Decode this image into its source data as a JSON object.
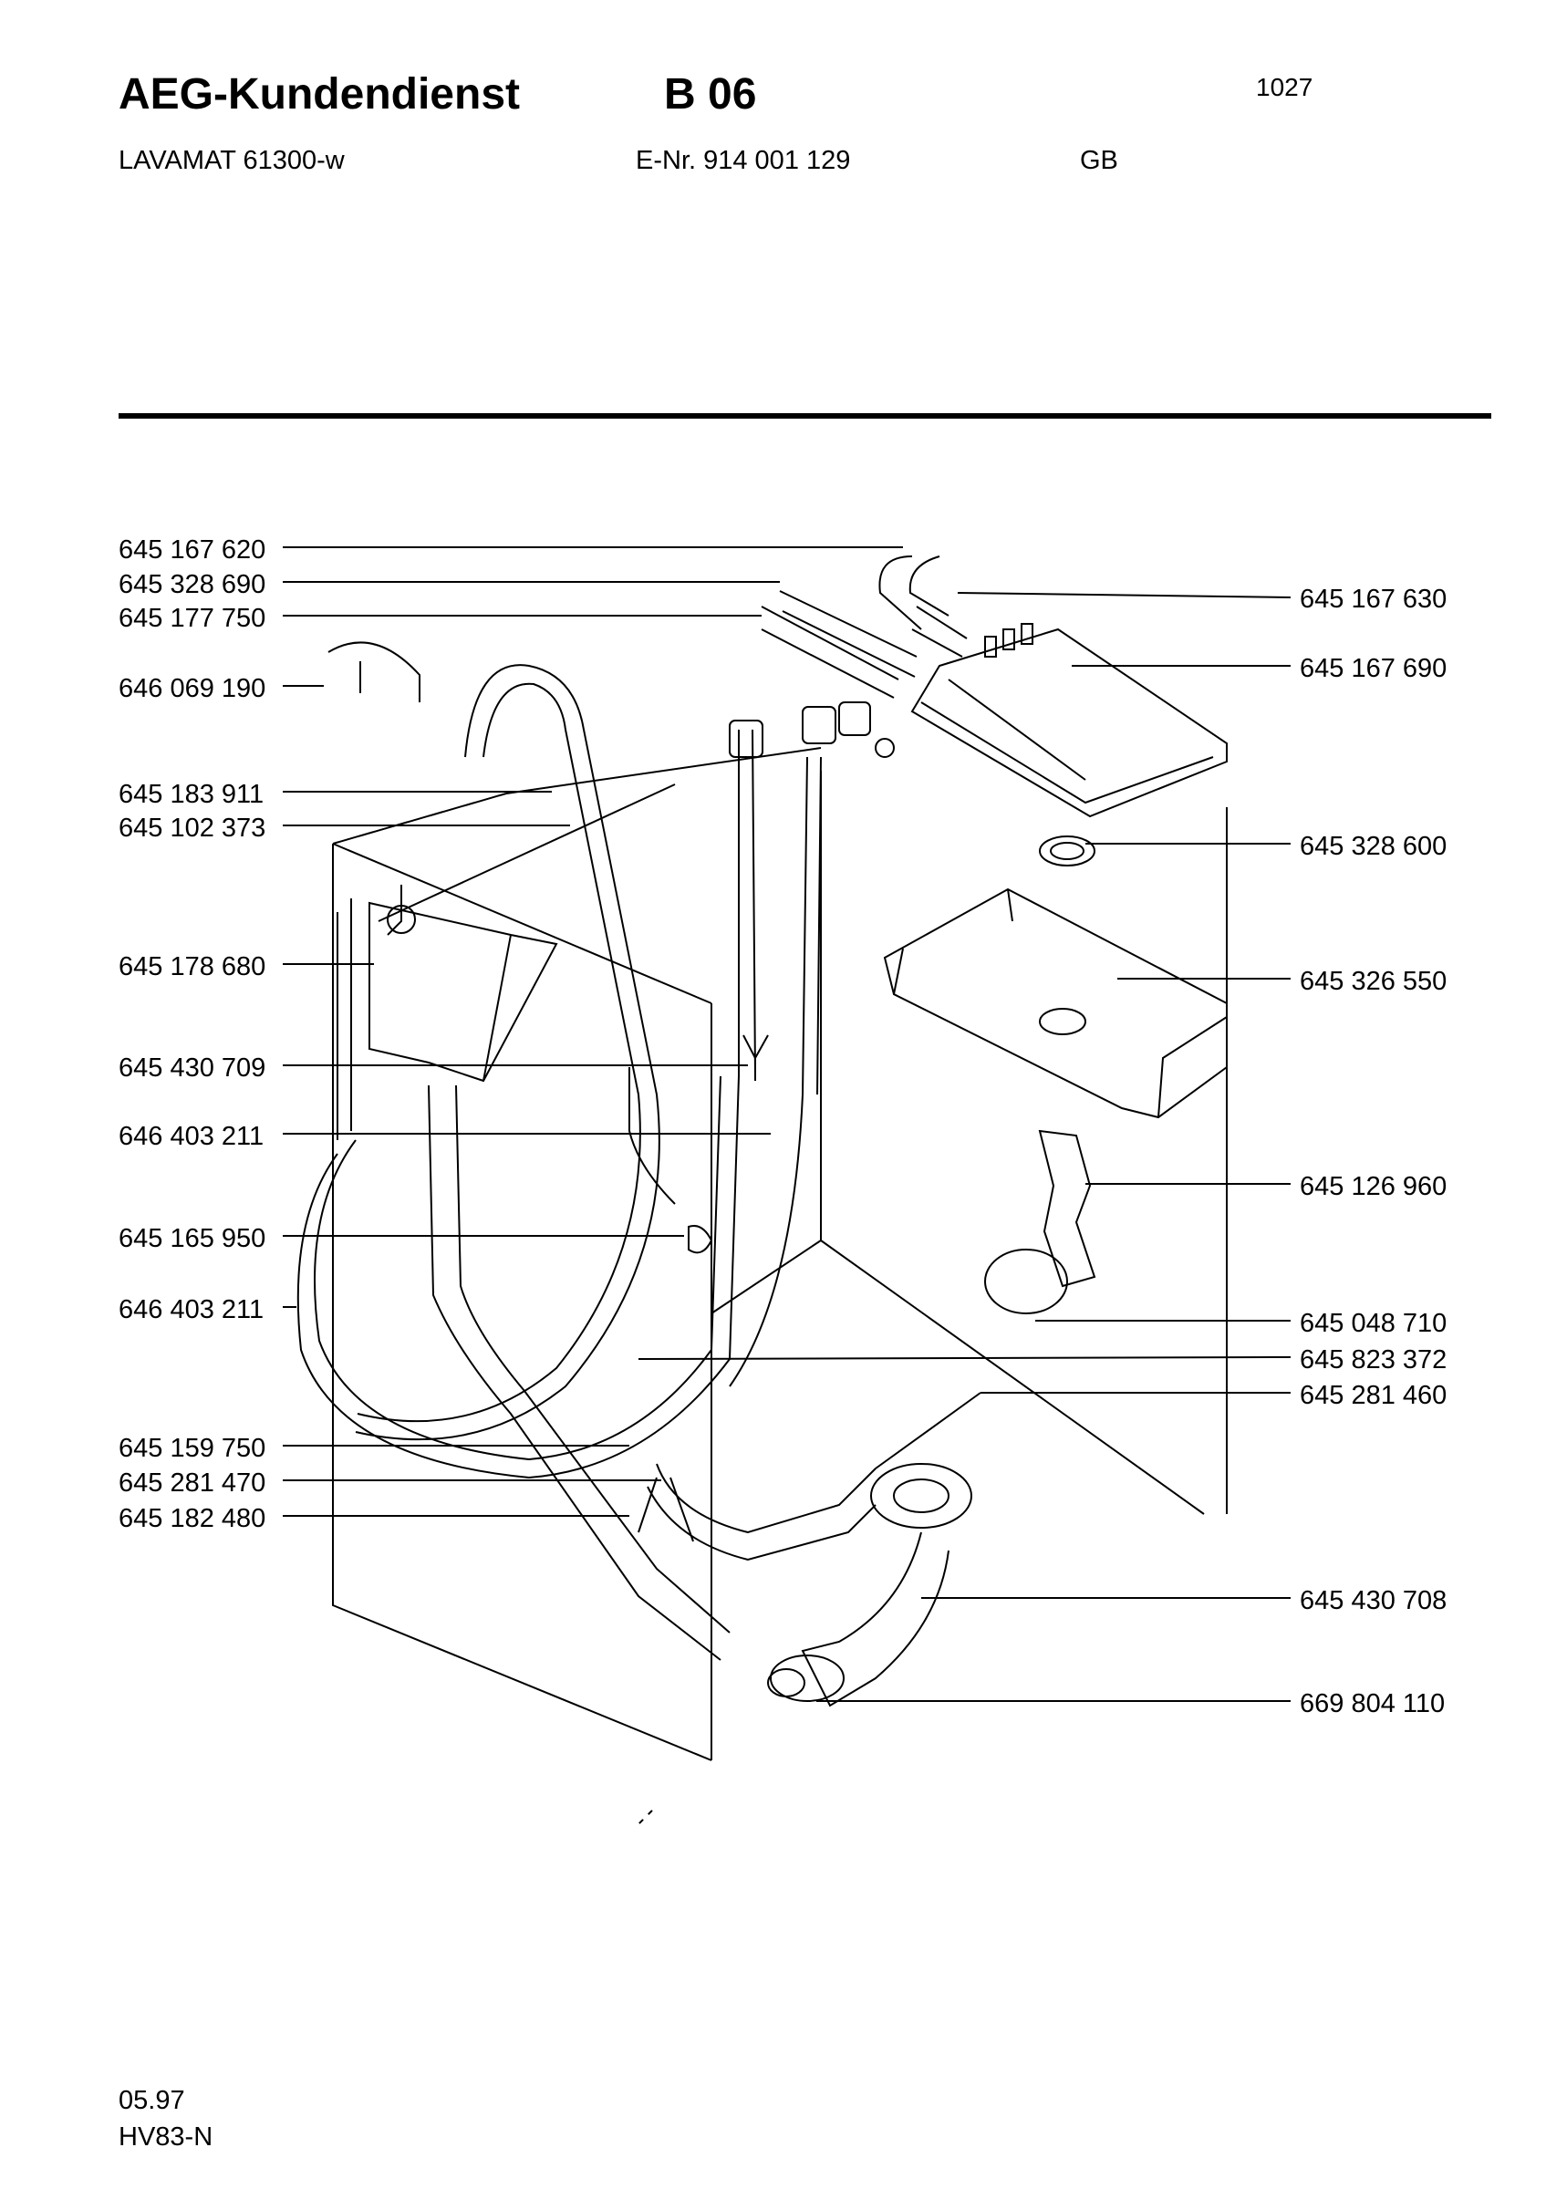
{
  "header": {
    "brand": "AEG-Kundendienst",
    "section": "B 06",
    "page_number": "1027",
    "model": "LAVAMAT 61300-w",
    "e_number": "E-Nr. 914 001 129",
    "region": "GB"
  },
  "parts_left": [
    "645 167 620",
    "645 328 690",
    "645 177 750",
    "646 069 190",
    "645 183 911",
    "645 102 373",
    "645 178 680",
    "645 430 709",
    "646 403 211",
    "645 165 950",
    "646 403 211",
    "645 159 750",
    "645 281 470",
    "645 182 480"
  ],
  "parts_right": [
    "645 167 630",
    "645 167 690",
    "645 328 600",
    "645 326 550",
    "645 126 960",
    "645 048 710",
    "645 823 372",
    "645 281 460",
    "645 430 708",
    "669 804 110"
  ],
  "footer": {
    "date": "05.97",
    "code": "HV83-N"
  }
}
